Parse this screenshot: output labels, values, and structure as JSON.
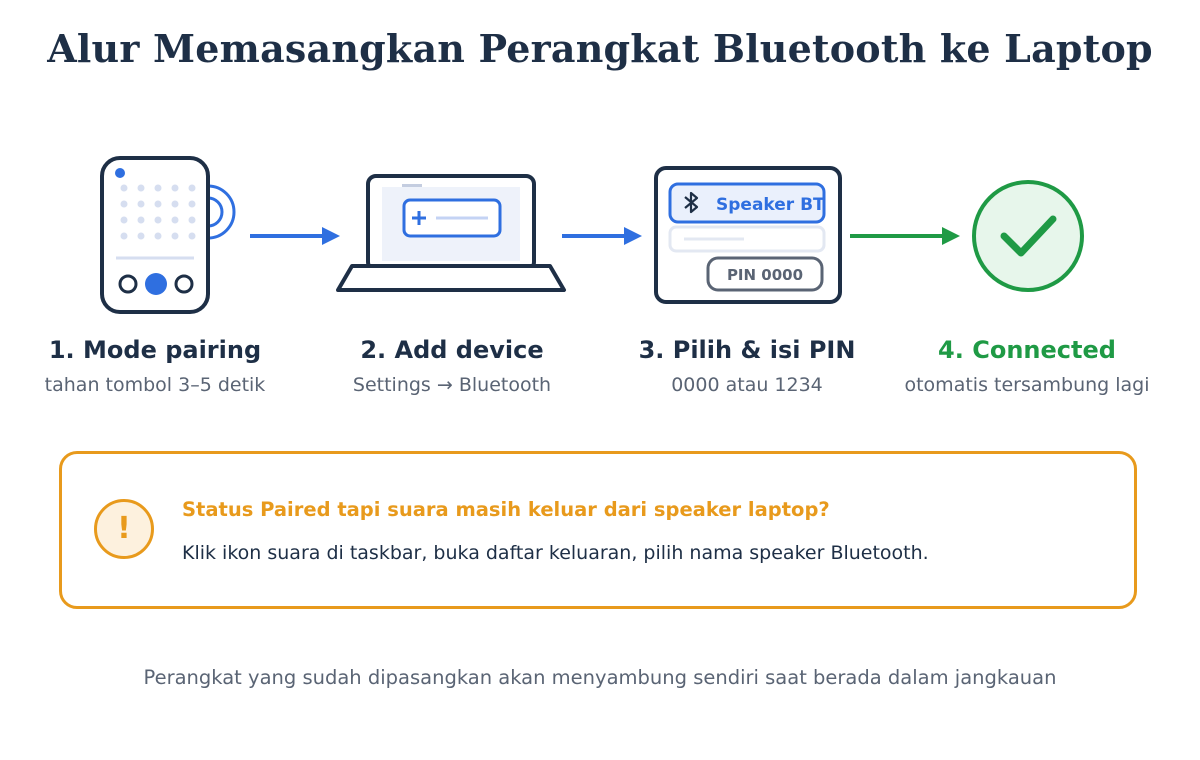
{
  "title": "Alur Memasangkan Perangkat Bluetooth ke Laptop",
  "steps": [
    {
      "label": "1. Mode pairing",
      "sub": "tahan tombol 3–5 detik"
    },
    {
      "label": "2. Add device",
      "sub": "Settings → Bluetooth"
    },
    {
      "label": "3. Pilih & isi PIN",
      "sub": "0000 atau 1234"
    },
    {
      "label": "4. Connected",
      "sub": "otomatis tersambung lagi"
    }
  ],
  "dialog": {
    "device_name": "Speaker BT",
    "pin": "PIN 0000"
  },
  "alert": {
    "icon": "!",
    "title": "Status Paired tapi suara masih keluar dari speaker laptop?",
    "text": "Klik ikon suara di taskbar, buka daftar keluaran, pilih nama speaker Bluetooth."
  },
  "footer": "Perangkat yang sudah dipasangkan akan menyambung sendiri saat berada dalam jangkauan",
  "colors": {
    "navy": "#1e2f46",
    "blue": "#2f6fe0",
    "green": "#1f9a45",
    "orange": "#e89a1c",
    "gray": "#5a6474"
  },
  "icons": [
    "speaker-device-icon",
    "laptop-icon",
    "bluetooth-icon",
    "check-circle-icon",
    "warning-icon"
  ]
}
